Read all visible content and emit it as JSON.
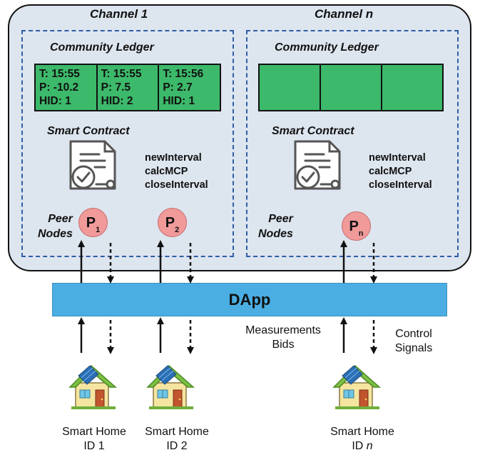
{
  "channels": [
    {
      "title": "Channel 1",
      "ledger_title": "Community Ledger",
      "ledger_cells": [
        {
          "t": "T: 15:55",
          "p": "P: -10.2",
          "hid": "HID: 1"
        },
        {
          "t": "T: 15:55",
          "p": "P: 7.5",
          "hid": "HID: 2"
        },
        {
          "t": "T: 15:56",
          "p": "P: 2.7",
          "hid": "HID: 1"
        }
      ],
      "contract_title": "Smart Contract",
      "functions": [
        "newInterval",
        "calcMCP",
        "closeInterval"
      ],
      "peer_label_1": "Peer",
      "peer_label_2": "Nodes",
      "peers": [
        {
          "letter": "P",
          "sub": "1"
        },
        {
          "letter": "P",
          "sub": "2"
        }
      ]
    },
    {
      "title": "Channel n",
      "ledger_title": "Community Ledger",
      "contract_title": "Smart Contract",
      "functions": [
        "newInterval",
        "calcMCP",
        "closeInterval"
      ],
      "peer_label_1": "Peer",
      "peer_label_2": "Nodes",
      "peers": [
        {
          "letter": "P",
          "sub": "n"
        }
      ]
    }
  ],
  "dapp_label": "DApp",
  "measurements_label_1": "Measurements",
  "measurements_label_2": "Bids",
  "control_label_1": "Control",
  "control_label_2": "Signals",
  "homes": [
    {
      "line1": "Smart Home",
      "line2_prefix": "ID ",
      "line2_id": "1"
    },
    {
      "line1": "Smart Home",
      "line2_prefix": "ID ",
      "line2_id": "2"
    },
    {
      "line1": "Smart Home",
      "line2_prefix": "ID ",
      "line2_id": "n"
    }
  ],
  "colors": {
    "ledger_green": "#3cb96a",
    "peer_pink": "#f19a9a",
    "dapp_blue": "#4aaee3",
    "channel_bg": "#dde5ef",
    "dashed_border": "#2f5ea6"
  },
  "icons": [
    "contract-document-check-icon",
    "smart-home-solar-icon"
  ]
}
